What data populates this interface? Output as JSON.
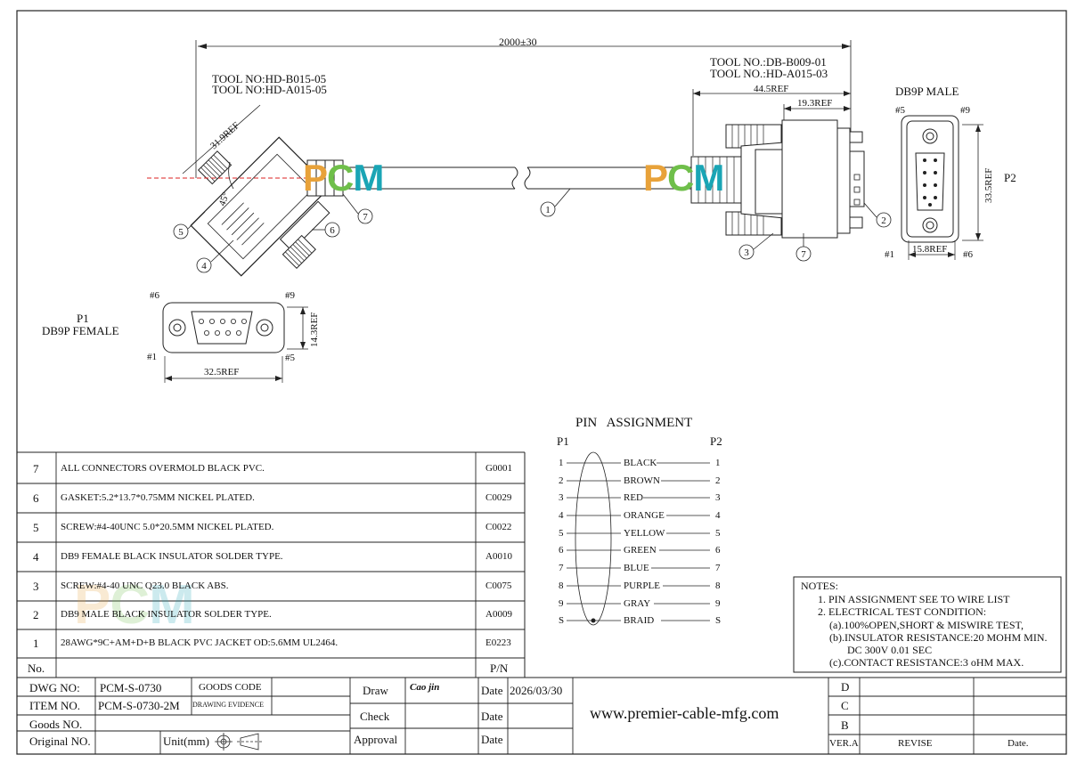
{
  "overall_length": "2000±30",
  "p1_tool": {
    "line1": "TOOL NO:HD-B015-05",
    "line2": "TOOL NO:HD-A015-05"
  },
  "p2_tool": {
    "line1": "TOOL NO.:DB-B009-01",
    "line2": "TOOL NO.:HD-A015-03"
  },
  "dims": {
    "p1_ref": "31.9REF",
    "angle": "45°",
    "p2_body": "44.5REF",
    "p2_shell": "19.3REF",
    "p2_face_h": "33.5REF",
    "p2_face_w": "15.8REF",
    "p1_face_h": "14.3REF",
    "p1_face_w": "32.5REF"
  },
  "p2_label": "P2",
  "p2_face_title": "DB9P MALE",
  "p2_pins": {
    "tl": "#5",
    "tr": "#9",
    "bl": "#1",
    "br": "#6"
  },
  "p1_label": "P1",
  "p1_face_title": "DB9P FEMALE",
  "p1_pins": {
    "tl": "#6",
    "tr": "#9",
    "bl": "#1",
    "br": "#5"
  },
  "balloons": [
    "1",
    "2",
    "3",
    "4",
    "5",
    "6",
    "7"
  ],
  "logo": {
    "p": "P",
    "c": "C",
    "m": "M",
    "color_p": "#e8a23a",
    "color_c": "#6fbf4a",
    "color_m": "#1aa5b5"
  },
  "pin_assignment": {
    "title": "PIN   ASSIGNMENT",
    "left_header": "P1",
    "right_header": "P2",
    "rows": [
      {
        "p1": "1",
        "wire": "BLACK",
        "p2": "1"
      },
      {
        "p1": "2",
        "wire": "BROWN",
        "p2": "2"
      },
      {
        "p1": "3",
        "wire": "RED",
        "p2": "3"
      },
      {
        "p1": "4",
        "wire": "ORANGE",
        "p2": "4"
      },
      {
        "p1": "5",
        "wire": "YELLOW",
        "p2": "5"
      },
      {
        "p1": "6",
        "wire": "GREEN",
        "p2": "6"
      },
      {
        "p1": "7",
        "wire": "BLUE",
        "p2": "7"
      },
      {
        "p1": "8",
        "wire": "PURPLE",
        "p2": "8"
      },
      {
        "p1": "9",
        "wire": "GRAY",
        "p2": "9"
      },
      {
        "p1": "S",
        "wire": "BRAID",
        "p2": "S"
      }
    ]
  },
  "bom": {
    "header": {
      "no": "No.",
      "pn": "P/N"
    },
    "rows": [
      {
        "no": "7",
        "desc": "ALL CONNECTORS OVERMOLD BLACK PVC.",
        "pn": "G0001"
      },
      {
        "no": "6",
        "desc": "GASKET:5.2*13.7*0.75MM NICKEL PLATED.",
        "pn": "C0029"
      },
      {
        "no": "5",
        "desc": "SCREW:#4-40UNC 5.0*20.5MM NICKEL PLATED.",
        "pn": "C0022"
      },
      {
        "no": "4",
        "desc": "DB9 FEMALE BLACK INSULATOR SOLDER TYPE.",
        "pn": "A0010"
      },
      {
        "no": "3",
        "desc": "SCREW:#4-40 UNC Q23.0 BLACK ABS.",
        "pn": "C0075"
      },
      {
        "no": "2",
        "desc": "DB9 MALE BLACK INSULATOR SOLDER TYPE.",
        "pn": "A0009"
      },
      {
        "no": "1",
        "desc": "28AWG*9C+AM+D+B BLACK PVC JACKET OD:5.6MM UL2464.",
        "pn": "E0223"
      }
    ]
  },
  "notes": {
    "title": "NOTES:",
    "lines": [
      "1. PIN ASSIGNMENT SEE TO WIRE LIST",
      "2. ELECTRICAL TEST CONDITION:",
      "(a).100%OPEN,SHORT & MISWIRE TEST,",
      "(b).INSULATOR RESISTANCE:20 MOHM MIN.",
      "DC 300V 0.01 SEC",
      "(c).CONTACT RESISTANCE:3 oHM MAX."
    ]
  },
  "title_block": {
    "dwg_no_label": "DWG NO:",
    "dwg_no": "PCM-S-0730",
    "goods_code_label": "GOODS CODE",
    "item_no_label": "ITEM NO.",
    "item_no": "PCM-S-0730-2M",
    "drawing_evidence_label": "DRAWING EVIDENCE",
    "goods_no_label": "Goods NO.",
    "original_no_label": "Original NO.",
    "unit_label": "Unit(mm)",
    "draw_label": "Draw",
    "draw_by": "Cao jin",
    "check_label": "Check",
    "approval_label": "Approval",
    "date_label": "Date",
    "date_value": "2026/03/30",
    "website": "www.premier-cable-mfg.com",
    "rev_rows": [
      "D",
      "C",
      "B"
    ],
    "rev_footer": {
      "ver": "VER.A",
      "revise": "REVISE",
      "date": "Date."
    }
  }
}
